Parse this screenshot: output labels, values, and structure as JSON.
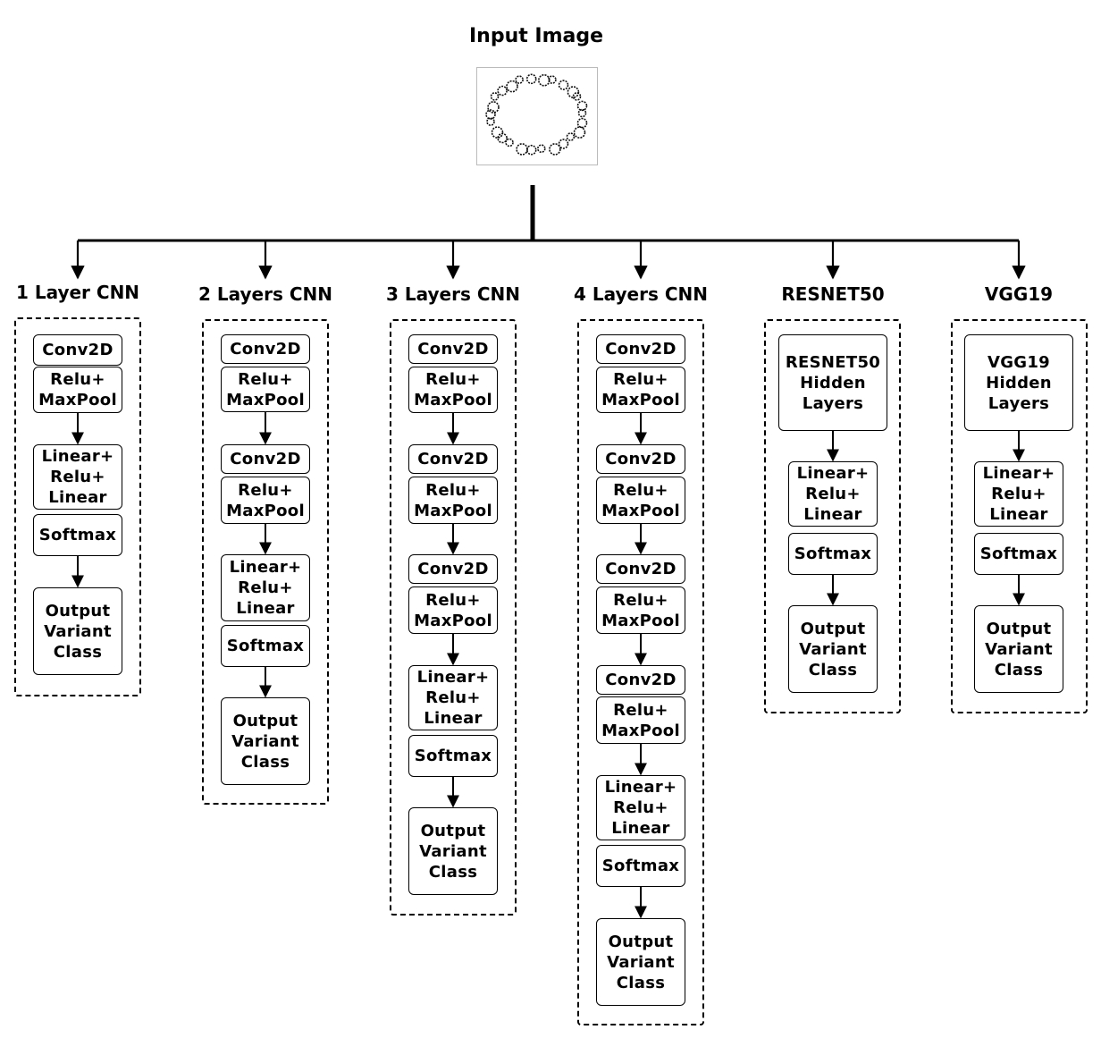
{
  "input": {
    "title": "Input Image",
    "image_icon": "ring-of-circles-image"
  },
  "models": [
    {
      "name": "1 Layer CNN",
      "blocks": [
        "Conv2D",
        "Relu+\nMaxPool",
        "Linear+\nRelu+\nLinear",
        "Softmax",
        "Output\nVariant\nClass"
      ]
    },
    {
      "name": "2 Layers CNN",
      "blocks": [
        "Conv2D",
        "Relu+\nMaxPool",
        "Conv2D",
        "Relu+\nMaxPool",
        "Linear+\nRelu+\nLinear",
        "Softmax",
        "Output\nVariant\nClass"
      ]
    },
    {
      "name": "3 Layers CNN",
      "blocks": [
        "Conv2D",
        "Relu+\nMaxPool",
        "Conv2D",
        "Relu+\nMaxPool",
        "Conv2D",
        "Relu+\nMaxPool",
        "Linear+\nRelu+\nLinear",
        "Softmax",
        "Output\nVariant\nClass"
      ]
    },
    {
      "name": "4 Layers CNN",
      "blocks": [
        "Conv2D",
        "Relu+\nMaxPool",
        "Conv2D",
        "Relu+\nMaxPool",
        "Conv2D",
        "Relu+\nMaxPool",
        "Conv2D",
        "Relu+\nMaxPool",
        "Linear+\nRelu+\nLinear",
        "Softmax",
        "Output\nVariant\nClass"
      ]
    },
    {
      "name": "RESNET50",
      "blocks": [
        "RESNET50\nHidden\nLayers",
        "Linear+\nRelu+\nLinear",
        "Softmax",
        "Output\nVariant\nClass"
      ]
    },
    {
      "name": "VGG19",
      "blocks": [
        "VGG19\nHidden\nLayers",
        "Linear+\nRelu+\nLinear",
        "Softmax",
        "Output\nVariant\nClass"
      ]
    }
  ]
}
